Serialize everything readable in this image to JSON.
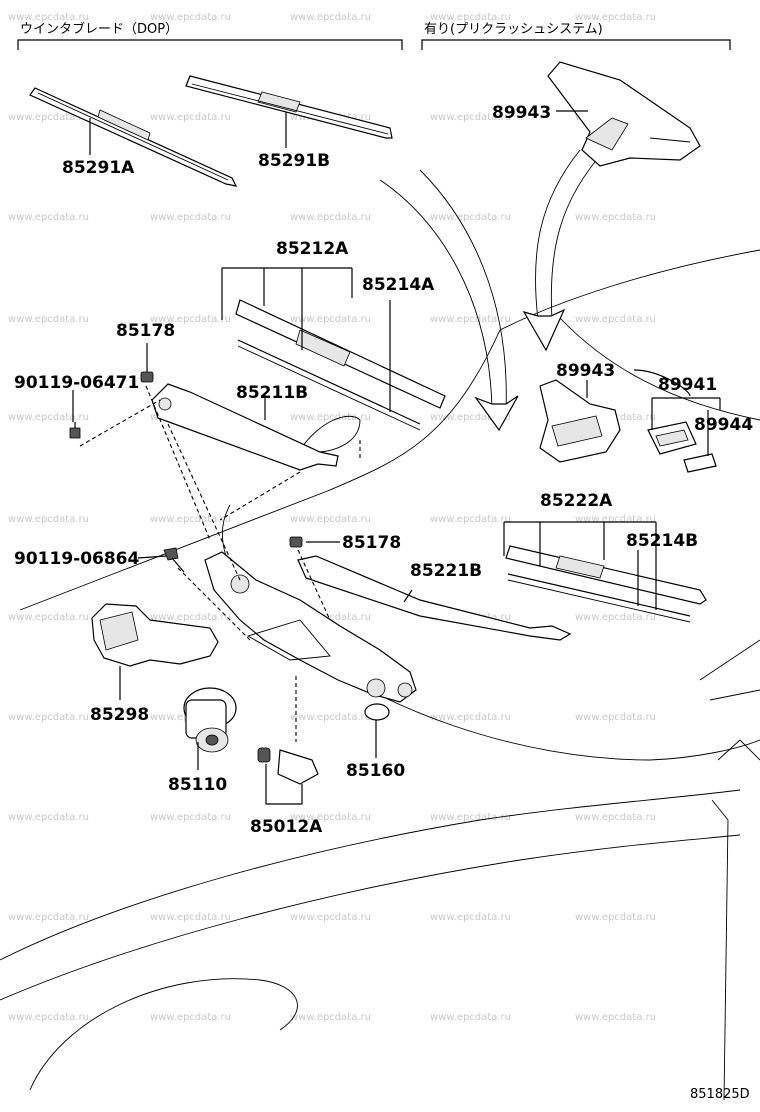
{
  "headers": {
    "left": "ウインタブレード（DOP）",
    "right": "有り(プリクラッシュシステム)"
  },
  "parts": {
    "p85291a": "85291A",
    "p85291b": "85291B",
    "p89943_top": "89943",
    "p85212a": "85212A",
    "p85214a": "85214A",
    "p85178_top": "85178",
    "p90119_06471": "90119-06471",
    "p85211b": "85211B",
    "p89943_mid": "89943",
    "p89941": "89941",
    "p89944": "89944",
    "p85222a": "85222A",
    "p85214b": "85214B",
    "p85178_mid": "85178",
    "p90119_06864": "90119-06864",
    "p85221b": "85221B",
    "p85298": "85298",
    "p85110": "85110",
    "p85160": "85160",
    "p85012a": "85012A"
  },
  "watermark": "www.epcdata.ru",
  "diagram_code": "851825D",
  "icons": [
    "wiper-blade-icon",
    "wiper-arm-icon",
    "wiper-motor-icon",
    "wiper-link-icon",
    "camera-cover-icon",
    "bracket-icon",
    "bolt-icon",
    "nut-icon"
  ]
}
